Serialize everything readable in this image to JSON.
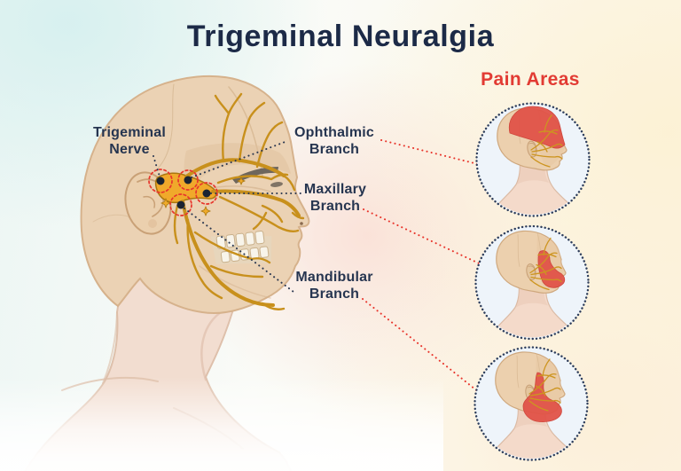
{
  "header": {
    "title": "Trigeminal Neuralgia"
  },
  "pain_areas": {
    "heading": "Pain Areas",
    "insets": [
      {
        "name": "ophthalmic-pain-area"
      },
      {
        "name": "maxillary-pain-area"
      },
      {
        "name": "mandibular-pain-area"
      }
    ]
  },
  "labels": {
    "trigeminal_nerve": {
      "line1": "Trigeminal",
      "line2": "Nerve"
    },
    "ophthalmic": {
      "line1": "Ophthalmic",
      "line2": "Branch"
    },
    "maxillary": {
      "line1": "Maxillary",
      "line2": "Branch"
    },
    "mandibular": {
      "line1": "Mandibular",
      "line2": "Branch"
    }
  },
  "colors": {
    "title_navy": "#1C2A47",
    "label_navy": "#263550",
    "accent_red": "#E5352C",
    "nerve_gold": "#C8901C",
    "skin": "#EBD2B4",
    "inset_bg": "#EEF4FA"
  }
}
